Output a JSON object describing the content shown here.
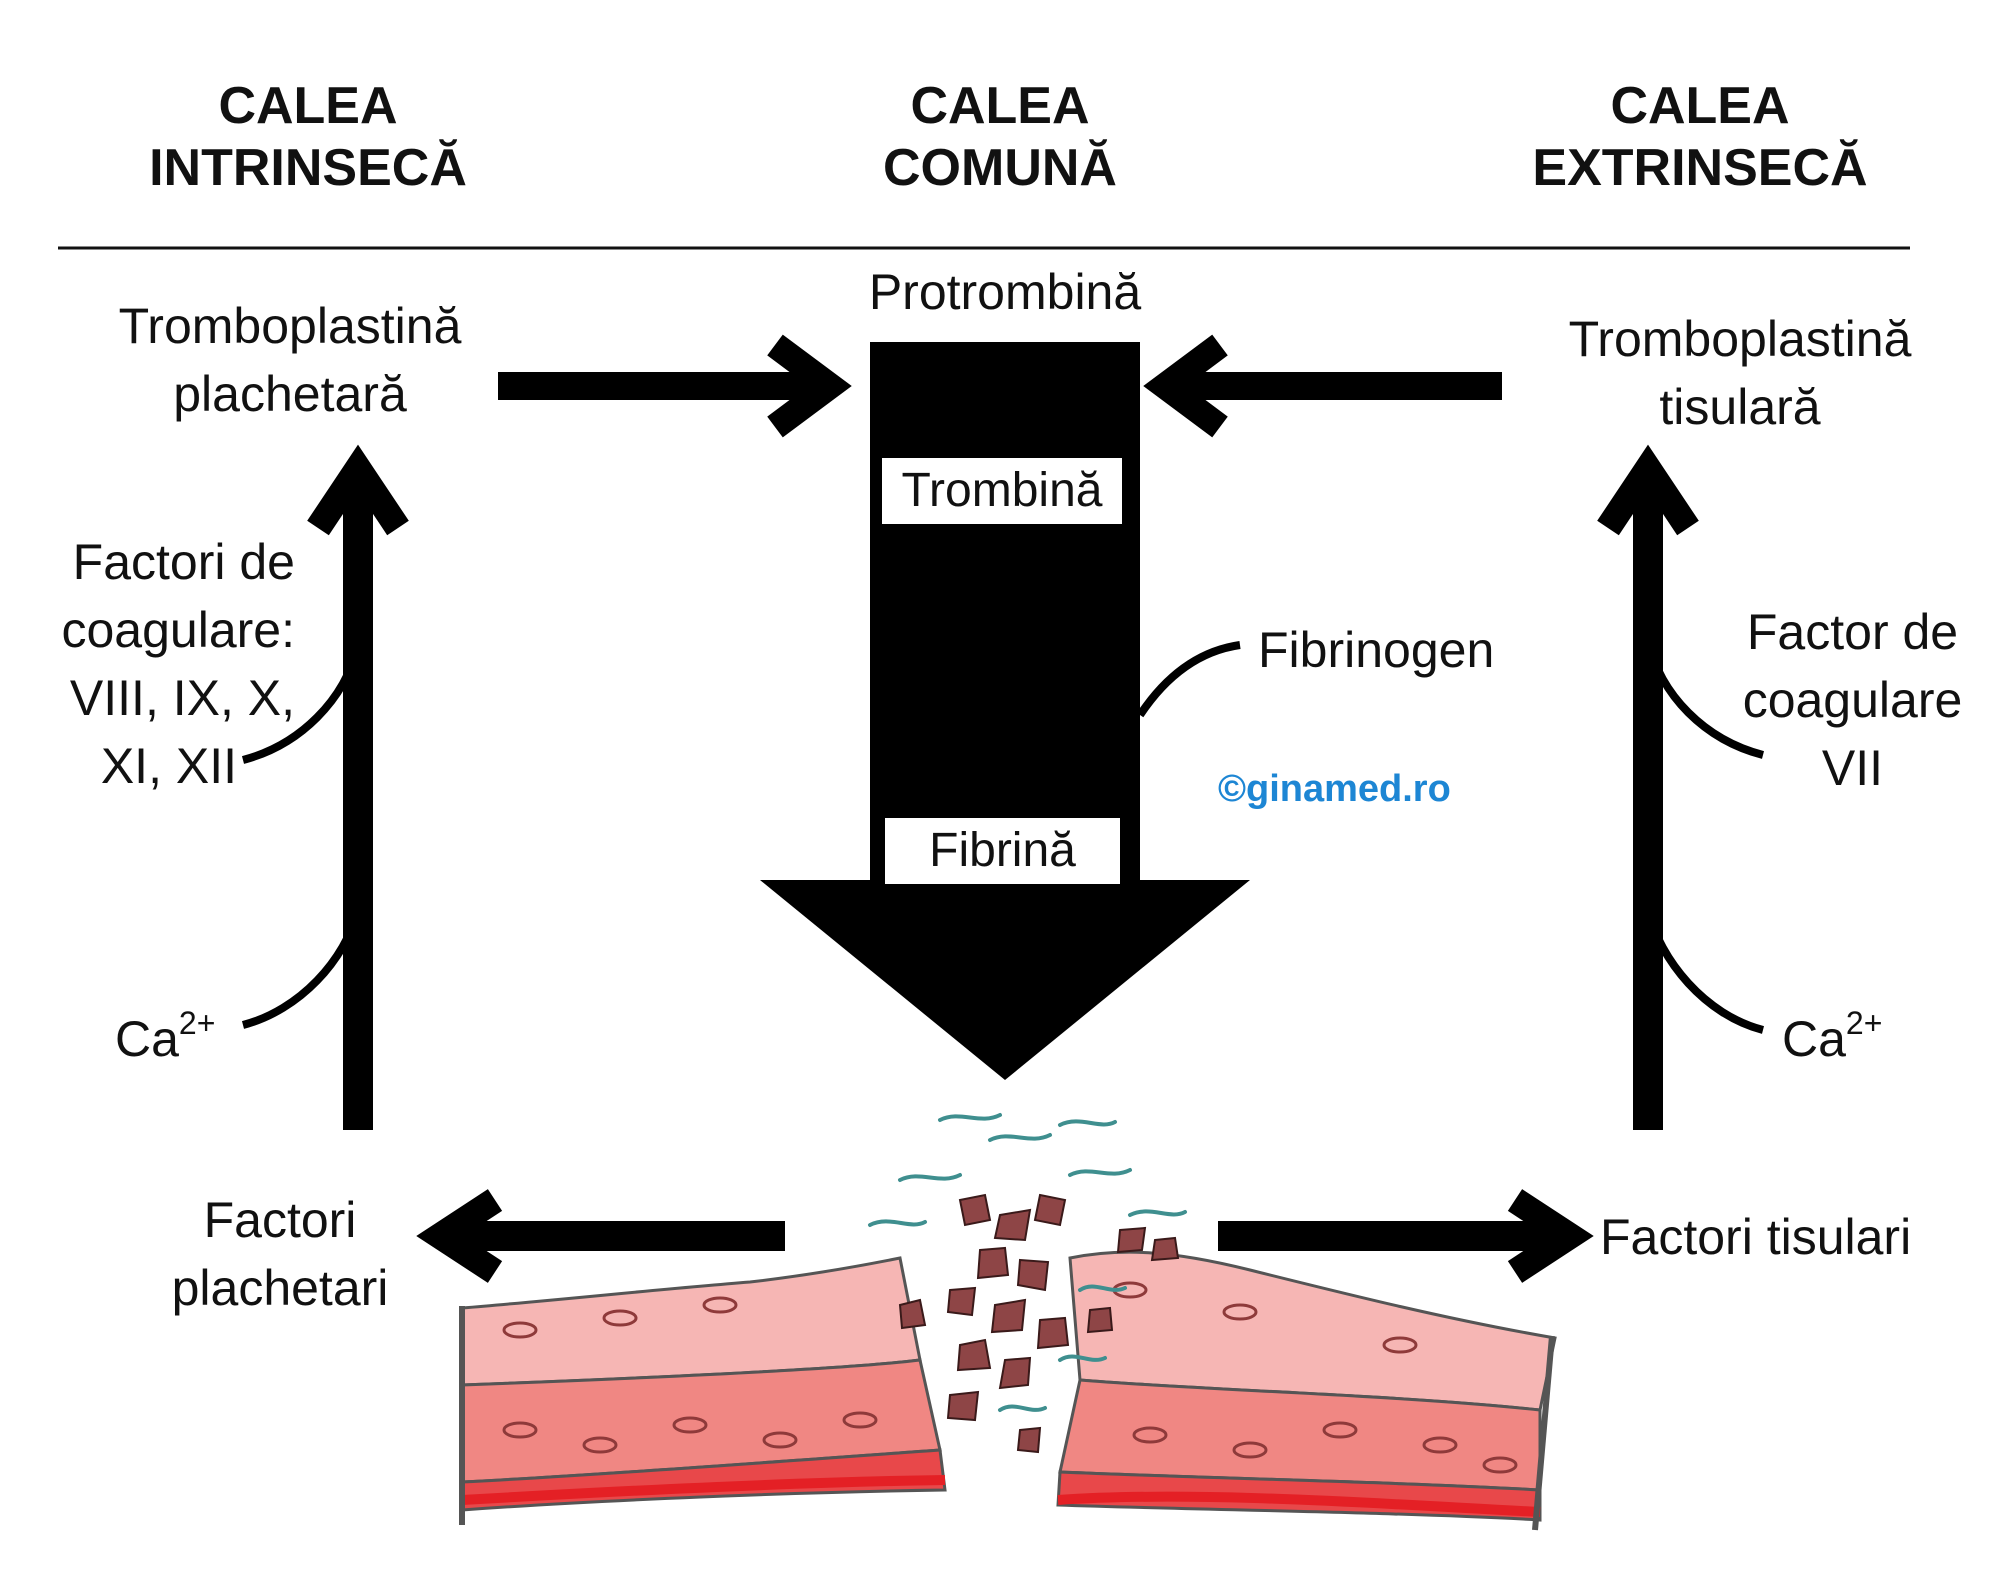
{
  "headers": {
    "left": [
      "CALEA",
      "INTRINSECĂ"
    ],
    "center": [
      "CALEA",
      "COMUNĂ"
    ],
    "right": [
      "CALEA",
      "EXTRINSECĂ"
    ]
  },
  "labels": {
    "protrombina": "Protrombină",
    "trombina": "Trombină",
    "fibrinogen": "Fibrinogen",
    "fibrina": "Fibrină",
    "tromboplastina_plachetara": [
      "Tromboplastină",
      "plachetară"
    ],
    "tromboplastina_tisulara": [
      "Tromboplastină",
      "tisulară"
    ],
    "factori_coagulare": [
      "Factori de",
      "coagulare:",
      "VIII, IX, X,",
      "XI, XII"
    ],
    "factor_vii": [
      "Factor de",
      "coagulare",
      "VII"
    ],
    "calcium_left": {
      "base": "Ca",
      "sup": "2+"
    },
    "calcium_right": {
      "base": "Ca",
      "sup": "2+"
    },
    "factori_plachetari": [
      "Factori",
      "plachetari"
    ],
    "factori_tisulari": "Factori tisulari"
  },
  "watermark": "©ginamed.ro",
  "colors": {
    "arrow": "#000000",
    "watermark": "#1d86d4",
    "tissue_light": "#f6b6b4",
    "tissue_mid": "#f08783",
    "tissue_dark": "#e8484a",
    "tissue_edge": "#e42025",
    "clot": "#8e4546",
    "fibrin": "#3f8f8f"
  }
}
